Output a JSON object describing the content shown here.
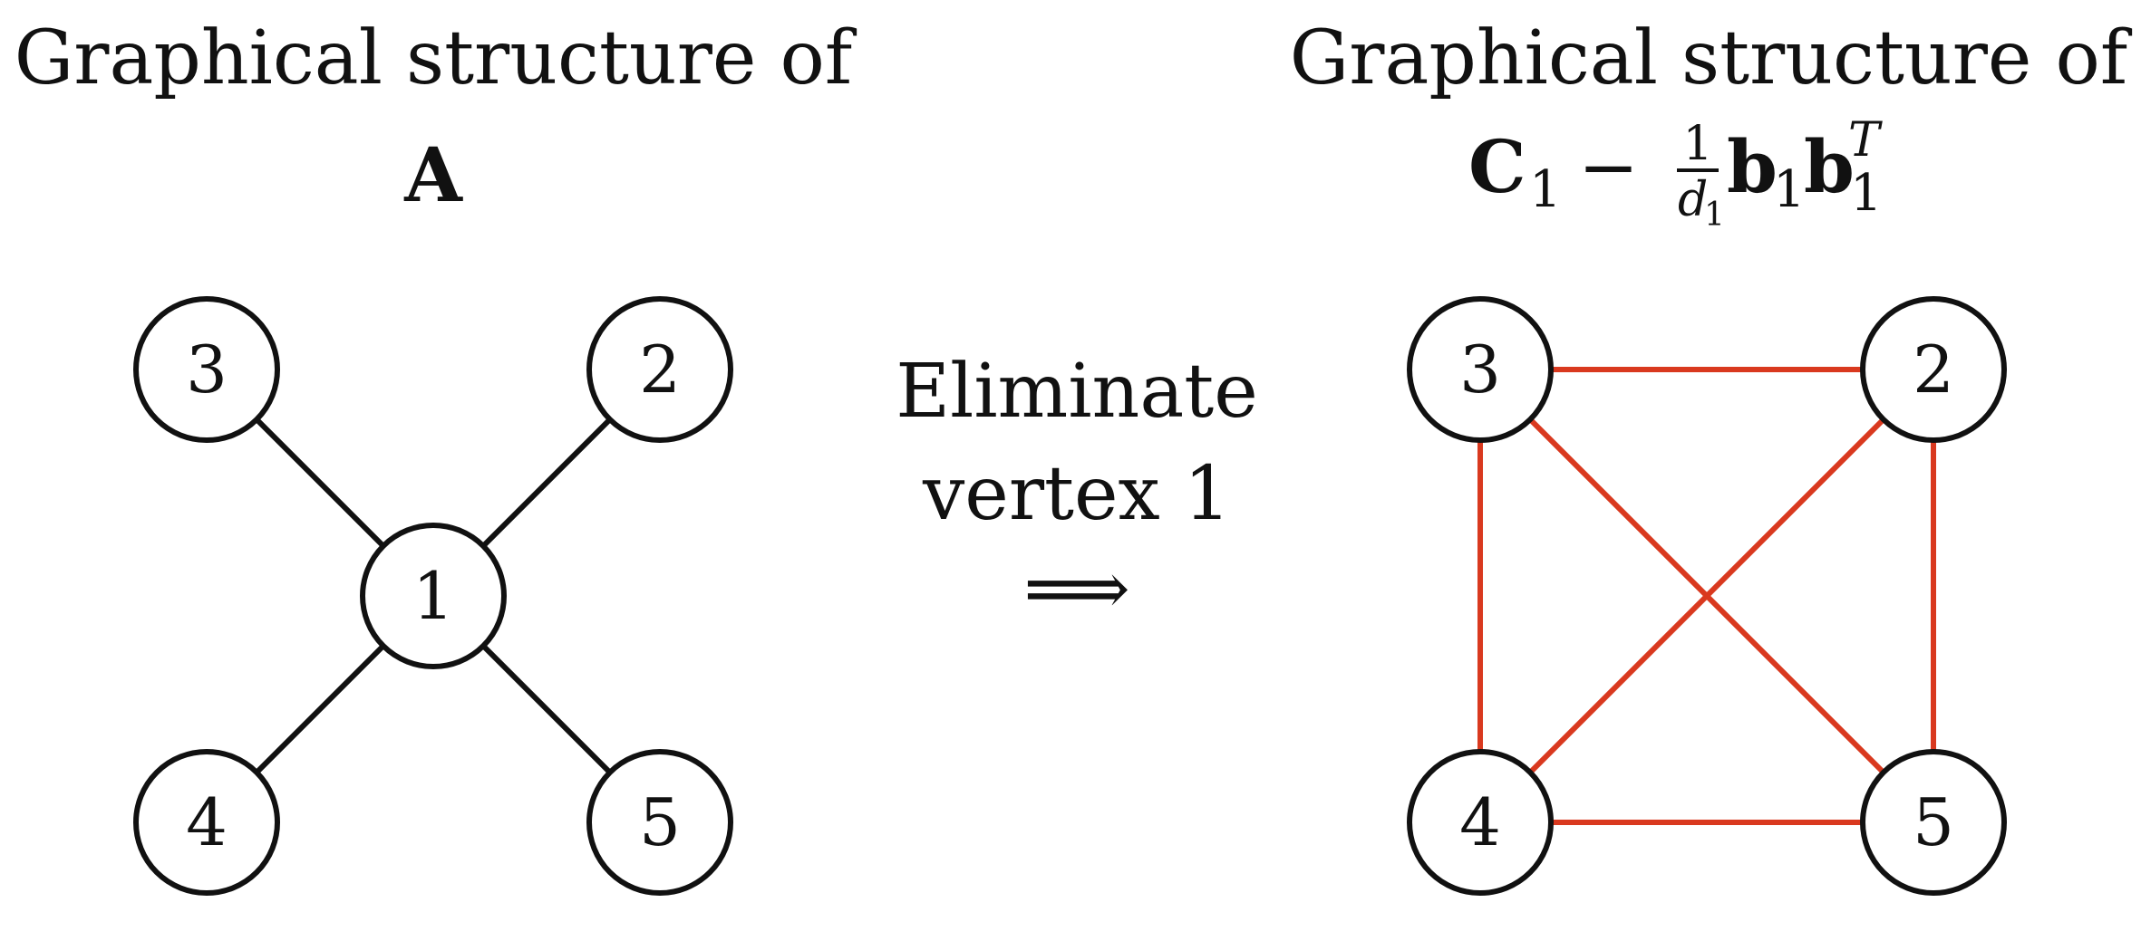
{
  "left_panel": {
    "title_line1": "Graphical structure of",
    "matrix_symbol": "A",
    "nodes": [
      {
        "id": "1",
        "label": "1"
      },
      {
        "id": "2",
        "label": "2"
      },
      {
        "id": "3",
        "label": "3"
      },
      {
        "id": "4",
        "label": "4"
      },
      {
        "id": "5",
        "label": "5"
      }
    ],
    "edges": [
      [
        "1",
        "3"
      ],
      [
        "1",
        "2"
      ],
      [
        "1",
        "4"
      ],
      [
        "1",
        "5"
      ]
    ]
  },
  "middle": {
    "line1": "Eliminate",
    "line2": "vertex 1",
    "arrow": "⟹"
  },
  "right_panel": {
    "title_line1": "Graphical structure of",
    "formula": {
      "C": "C",
      "C_sub": "1",
      "minus": "−",
      "frac_num": "1",
      "frac_den_var": "d",
      "frac_den_sub": "1",
      "b1": "b",
      "b1_sub": "1",
      "b2": "b",
      "b2_sub": "1",
      "b2_sup": "T"
    },
    "nodes": [
      {
        "id": "2",
        "label": "2"
      },
      {
        "id": "3",
        "label": "3"
      },
      {
        "id": "4",
        "label": "4"
      },
      {
        "id": "5",
        "label": "5"
      }
    ],
    "edges": [
      [
        "3",
        "2"
      ],
      [
        "3",
        "4"
      ],
      [
        "3",
        "5"
      ],
      [
        "2",
        "4"
      ],
      [
        "2",
        "5"
      ],
      [
        "4",
        "5"
      ]
    ]
  },
  "colors": {
    "fill_in_edge": "#d9391f",
    "original_edge": "#111111"
  }
}
